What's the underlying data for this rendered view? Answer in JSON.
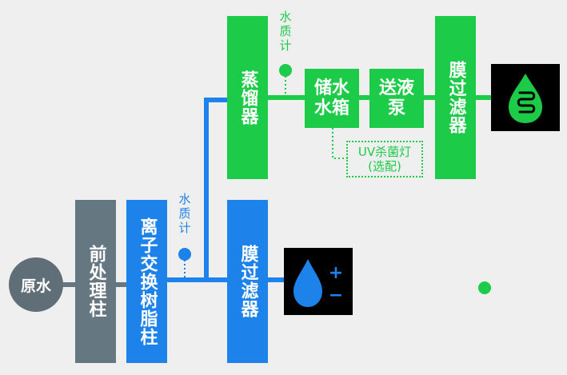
{
  "colors": {
    "background": "#efefef",
    "raw_water": "#5f6e77",
    "pretreatment": "#657781",
    "blue_line": "#1d82ea",
    "green_line": "#1ccb47",
    "icon_bg": "#000000"
  },
  "nodes": {
    "raw_water": "原水",
    "pretreatment": "前处理柱",
    "ion_exchange": "离子交换树脂柱",
    "blue_membrane": "膜过滤器",
    "distiller": "蒸馏器",
    "storage_tank": "储水水箱",
    "pump": "送液泵",
    "green_membrane": "膜过滤器"
  },
  "labels": {
    "blue_quality_meter": "水质计",
    "green_quality_meter": "水质计",
    "uv_lamp_line1": "UV杀菌灯",
    "uv_lamp_line2": "(选配)"
  },
  "outputs": {
    "pure_water_icon": "water-drop-ion-icon",
    "ultrapure_water_icon": "water-drop-coil-icon",
    "plus_sign": "+",
    "minus_sign": "−"
  }
}
